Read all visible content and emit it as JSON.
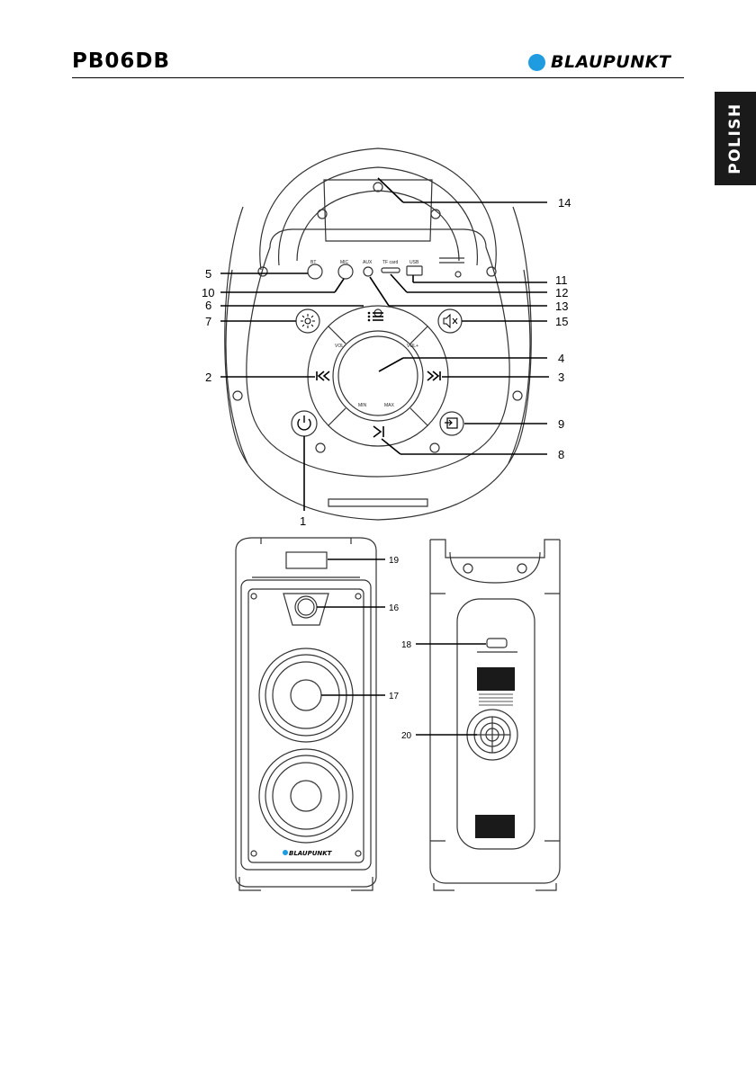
{
  "header": {
    "model": "PB06DB",
    "brand": "BLAUPUNKT",
    "brand_color": "#1f9be0"
  },
  "side_tab": {
    "language": "POLISH"
  },
  "top_view": {
    "panel_labels": {
      "bt": "BT",
      "mic": "MIC",
      "aux": "AUX",
      "tf_card": "TF card",
      "usb": "USB",
      "vol_minus": "VOL-",
      "vol_plus": "VOL+",
      "min": "MIN",
      "max": "MAX"
    },
    "callouts": [
      "1",
      "2",
      "3",
      "4",
      "5",
      "6",
      "7",
      "8",
      "9",
      "10",
      "11",
      "12",
      "13",
      "14",
      "15"
    ]
  },
  "front_view": {
    "callouts": [
      "16",
      "17",
      "19"
    ],
    "logo": "BLAUPUNKT"
  },
  "back_view": {
    "callouts": [
      "18",
      "20"
    ]
  },
  "icons": [
    "power-icon",
    "light-icon",
    "menu-icon",
    "mute-icon",
    "previous-icon",
    "next-icon",
    "play-pause-icon",
    "source-icon"
  ]
}
